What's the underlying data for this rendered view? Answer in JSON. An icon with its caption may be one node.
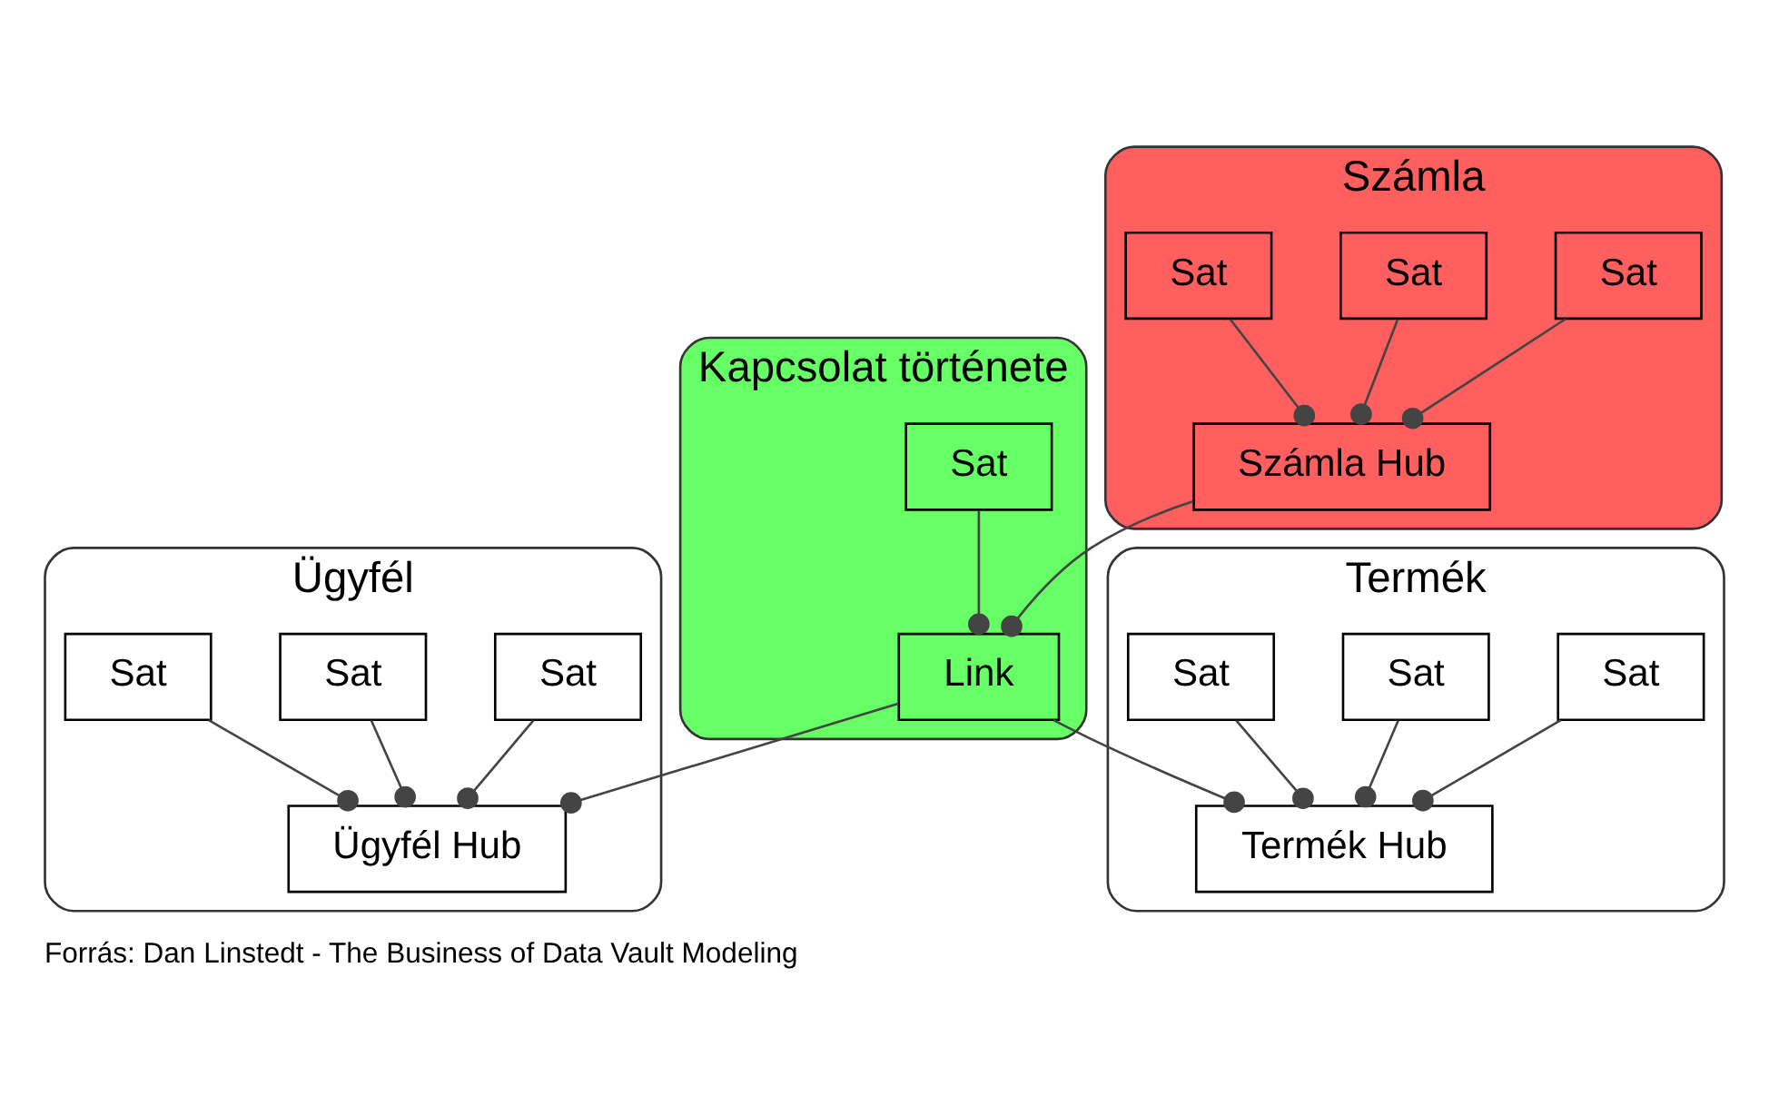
{
  "diagram": {
    "caption": "Forrás: Dan Linstedt - The Business of Data Vault Modeling",
    "nodes": [
      {
        "text": [
          "Ügyfél"
        ]
      },
      {
        "text": [
          "Sat"
        ],
        "in": 0
      },
      {
        "text": [
          "Sat"
        ],
        "in": 0
      },
      {
        "text": [
          "Ügyfél Hub"
        ],
        "in": 0
      },
      {
        "text": [
          "Sat"
        ],
        "in": 0
      },
      {
        "text": [
          "Kapcsolat története"
        ]
      },
      {
        "text": [
          "Sat"
        ],
        "in": 5
      },
      {
        "text": [
          "Link"
        ],
        "in": 5
      },
      {
        "text": [
          "Termék"
        ]
      },
      {
        "text": [
          "Sat"
        ],
        "in": 8
      },
      {
        "text": [
          "Termék Hub"
        ],
        "in": 8
      },
      {
        "text": [
          "Sat"
        ],
        "in": 8
      },
      {
        "text": [
          "Sat"
        ],
        "in": 8
      },
      {
        "text": [
          "Számla"
        ]
      },
      {
        "text": [
          "Sat"
        ],
        "in": 13
      },
      {
        "text": [
          "Számla Hub"
        ],
        "in": 13
      },
      {
        "text": [
          "Sat"
        ],
        "in": 13
      },
      {
        "text": [
          "Sat"
        ],
        "in": 13
      }
    ],
    "edges": [
      {
        "from": 1,
        "to": 3,
        "arrow": "other"
      },
      {
        "from": 2,
        "to": 3,
        "arrow": "other"
      },
      {
        "from": 4,
        "to": 3,
        "arrow": "other"
      },
      {
        "from": 6,
        "to": 7,
        "arrow": "other"
      },
      {
        "from": 7,
        "to": 3,
        "arrow": "other"
      },
      {
        "from": 7,
        "to": 10,
        "arrow": "other"
      },
      {
        "from": 9,
        "to": 10,
        "arrow": "other"
      },
      {
        "from": 11,
        "to": 10,
        "arrow": "other"
      },
      {
        "from": 12,
        "to": 10,
        "arrow": "other"
      },
      {
        "from": 15,
        "to": 7,
        "arrow": "other"
      },
      {
        "from": 14,
        "to": 15,
        "arrow": "other"
      },
      {
        "from": 16,
        "to": 15,
        "arrow": "other"
      },
      {
        "from": 17,
        "to": 15,
        "arrow": "other"
      }
    ]
  }
}
